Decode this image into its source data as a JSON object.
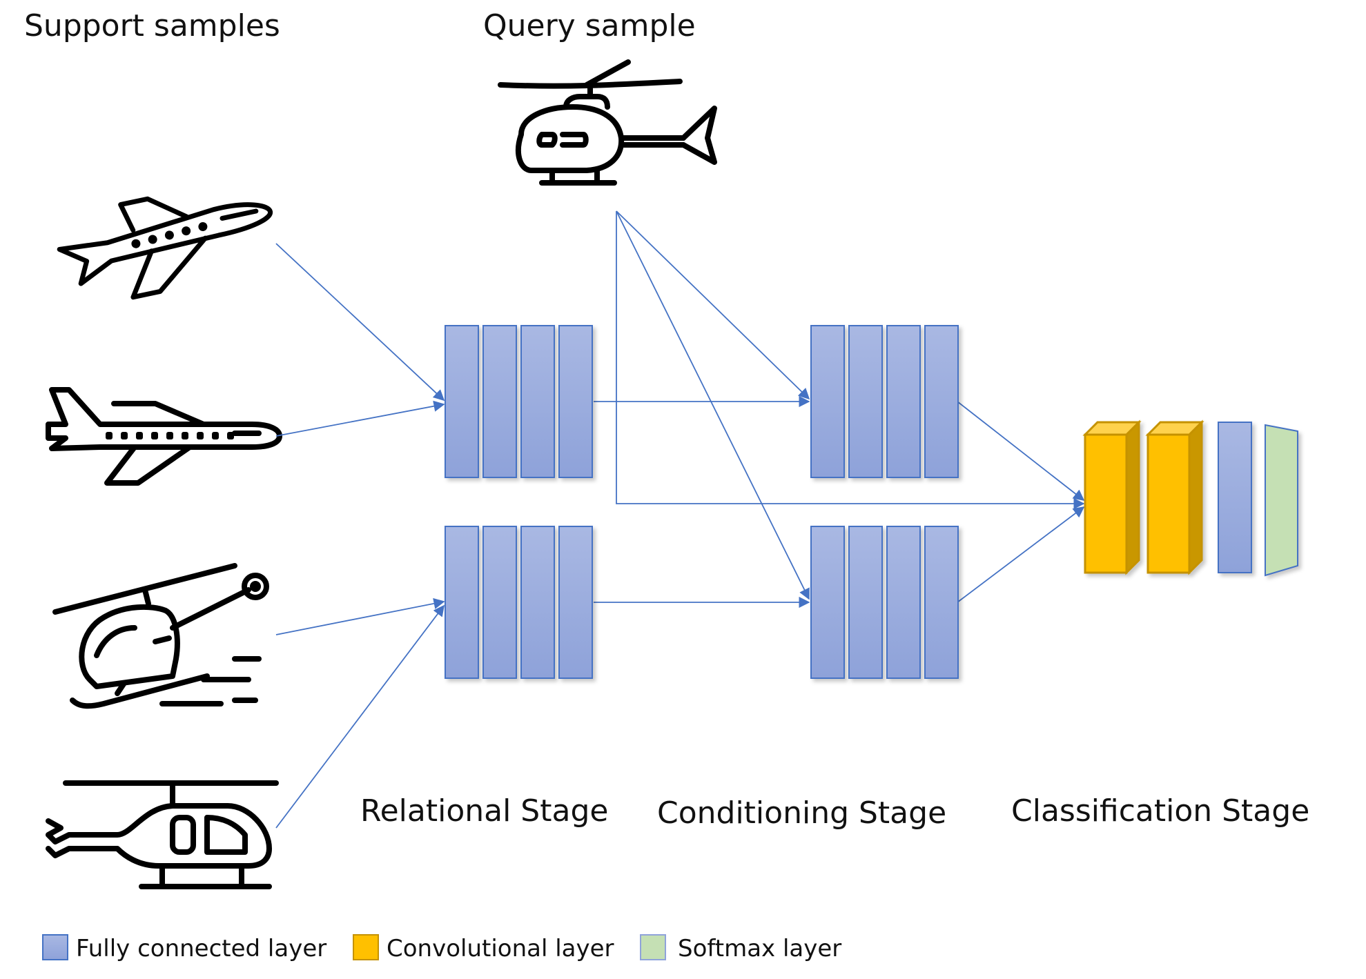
{
  "headers": {
    "support": "Support samples",
    "query": "Query sample"
  },
  "stages": {
    "relational": "Relational Stage",
    "conditioning": "Conditioning Stage",
    "classification": "Classification Stage"
  },
  "legend": [
    {
      "label": "Fully connected layer",
      "color": "#8fa3da"
    },
    {
      "label": "Convolutional layer",
      "color": "#ffc000"
    },
    {
      "label": "Softmax layer",
      "color": "#c5e0b4"
    }
  ],
  "icons": {
    "support": [
      "airplane-icon",
      "airliner-icon",
      "helicopter-icon",
      "helicopter-icon"
    ],
    "query": "helicopter-icon"
  },
  "colors": {
    "fc_fill": "#94a8dc",
    "fc_stroke": "#4472c4",
    "conv_fill": "#ffc000",
    "conv_stroke": "#c59200",
    "softmax_fill": "#c5e0b4",
    "arrow": "#4472c4"
  }
}
